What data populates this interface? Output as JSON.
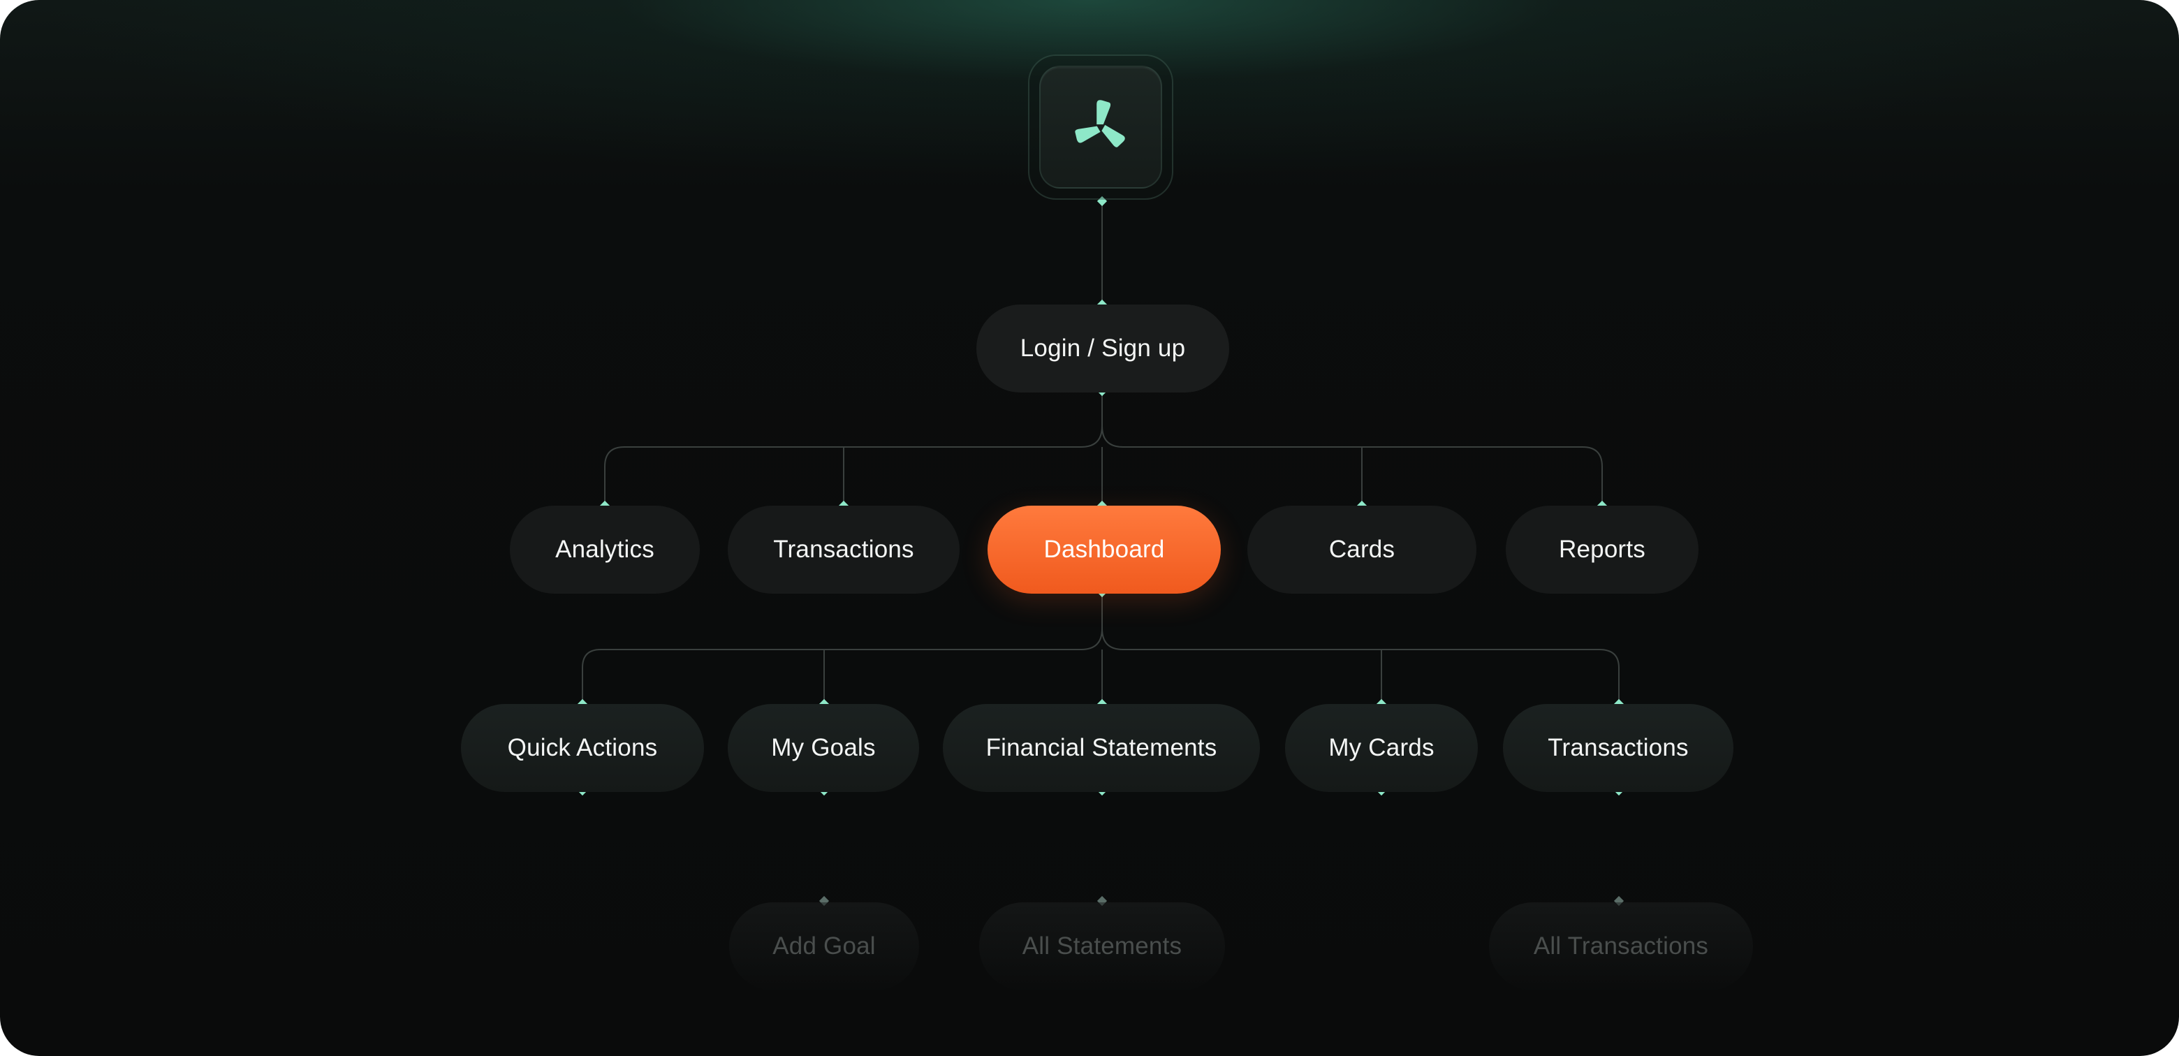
{
  "logo": {
    "icon": "tri-arm-logo-icon",
    "color": "#8ee8c8"
  },
  "level1": {
    "label": "Login / Sign up"
  },
  "level2": [
    {
      "label": "Analytics"
    },
    {
      "label": "Transactions"
    },
    {
      "label": "Dashboard",
      "active": true
    },
    {
      "label": "Cards"
    },
    {
      "label": "Reports"
    }
  ],
  "level3": [
    {
      "label": "Quick Actions"
    },
    {
      "label": "My Goals"
    },
    {
      "label": "Financial Statements"
    },
    {
      "label": "My Cards"
    },
    {
      "label": "Transactions"
    }
  ],
  "level4": [
    {
      "label": "Add Goal"
    },
    {
      "label": "All Statements"
    },
    {
      "label": "All Transactions"
    }
  ],
  "colors": {
    "accent": "#f26522",
    "connector_dot": "#8ee8c8",
    "connector_line": "#3a403e",
    "background": "#0b0c0c"
  }
}
